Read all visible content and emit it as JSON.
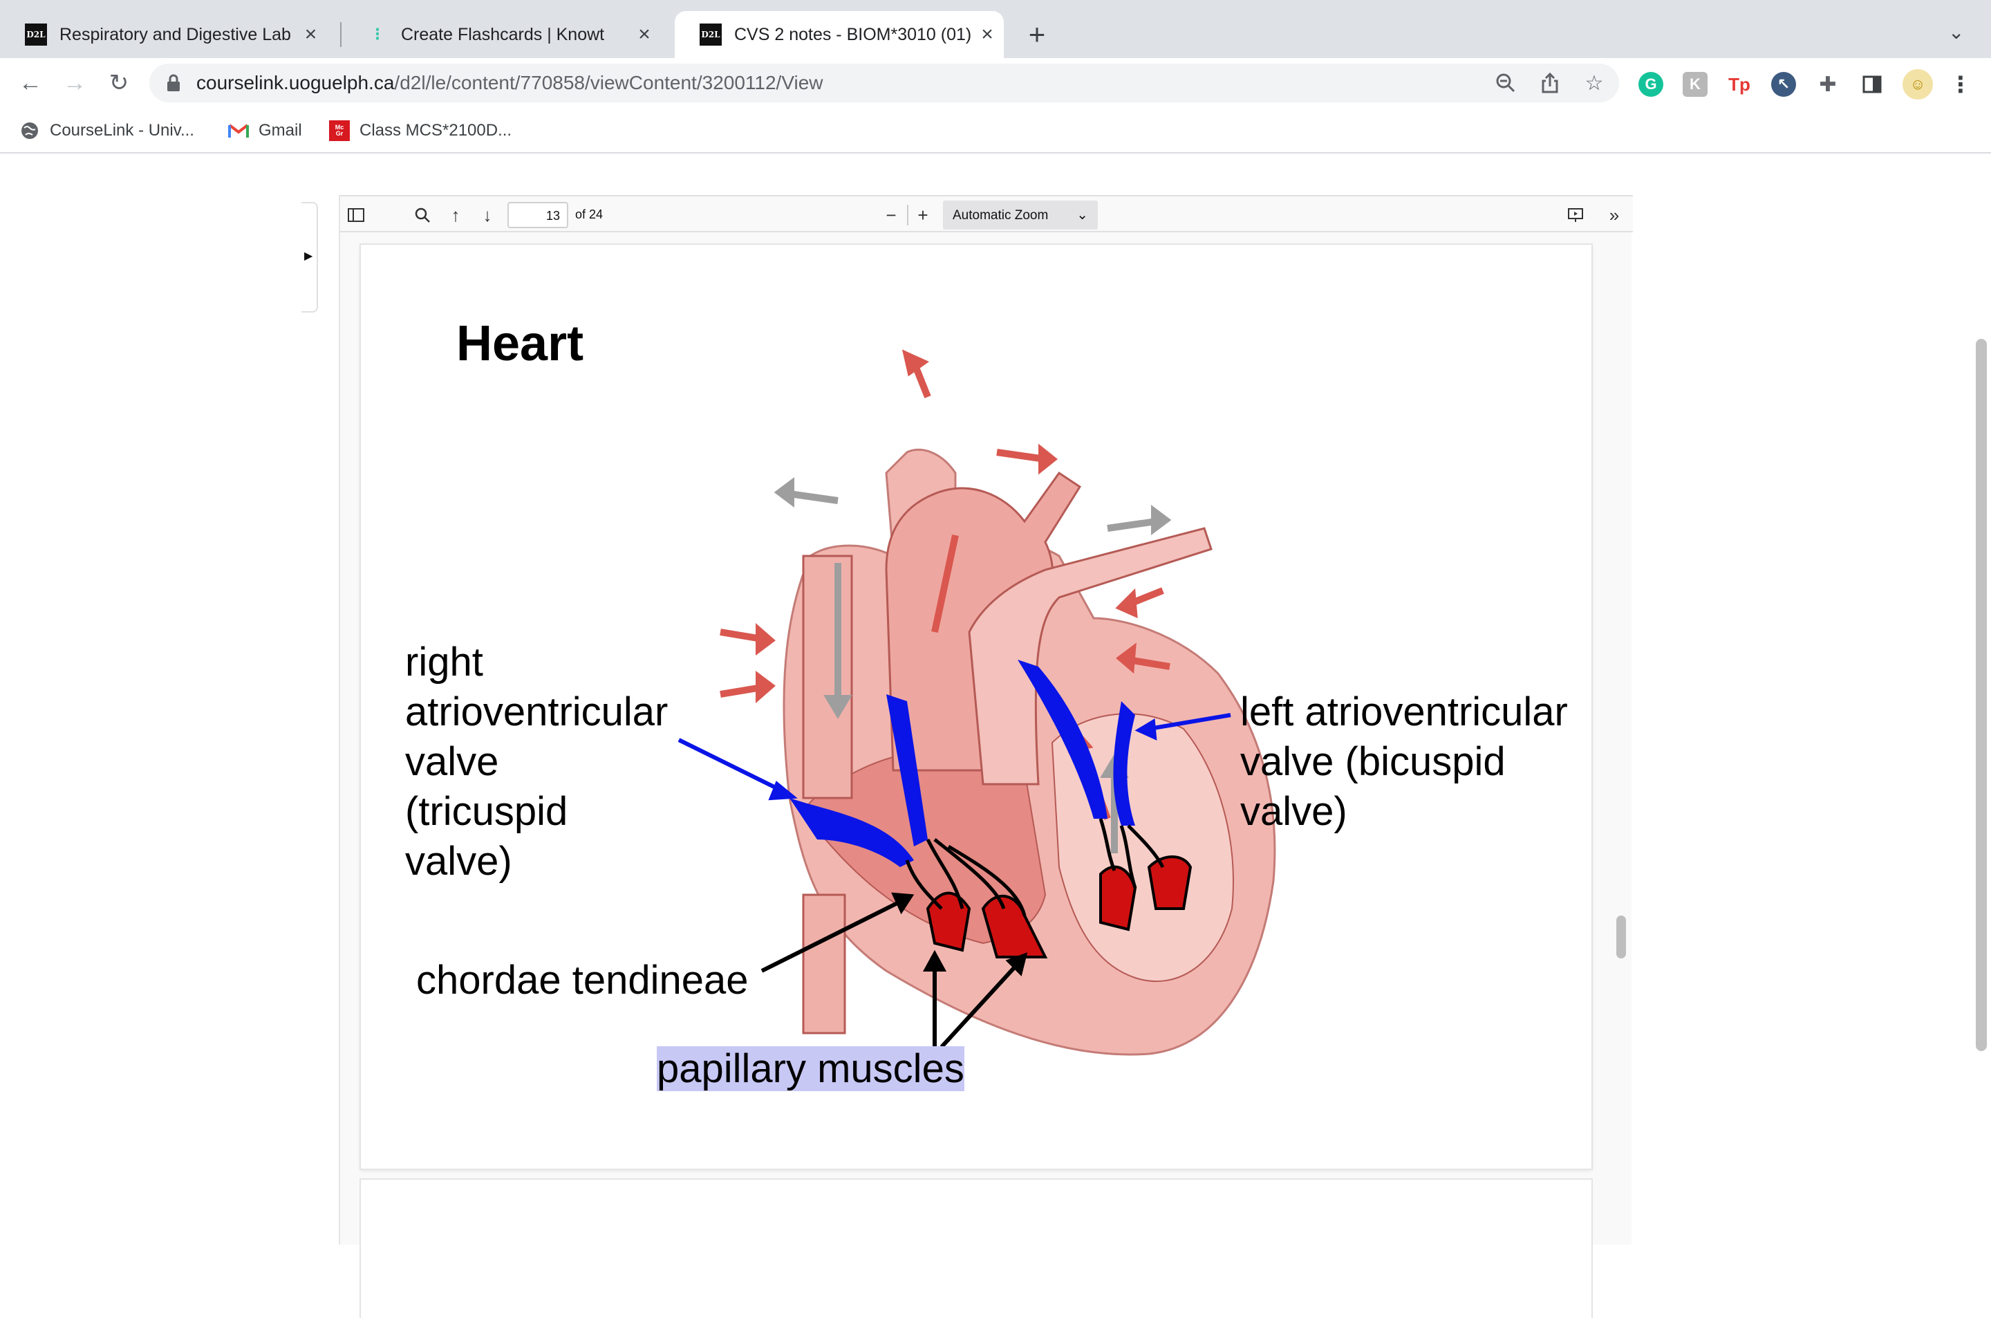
{
  "tabs": [
    {
      "favicon": "D2L",
      "title": "Respiratory and Digestive Lab"
    },
    {
      "favicon": "knowt-icon",
      "title": "Create Flashcards | Knowt"
    },
    {
      "favicon": "D2L",
      "title": "CVS 2 notes - BIOM*3010 (01)"
    }
  ],
  "address": {
    "host": "courselink.uoguelph.ca",
    "path": "/d2l/le/content/770858/viewContent/3200112/View"
  },
  "bookmarks": [
    {
      "icon": "globe-icon",
      "label": "CourseLink - Univ..."
    },
    {
      "icon": "gmail-icon",
      "label": "Gmail"
    },
    {
      "icon": "mcgraw-hill-icon",
      "label": "Class MCS*2100D..."
    }
  ],
  "pdf": {
    "page_number": "13",
    "page_count": "of 24",
    "zoom": "Automatic Zoom"
  },
  "slide": {
    "heading": "Heart",
    "label_right_av": [
      "right",
      "atrioventricular",
      "valve",
      "(tricuspid",
      "valve)"
    ],
    "label_left_av": [
      "left atrioventricular",
      "valve (bicuspid",
      "valve)"
    ],
    "label_chordae": "chordae tendineae",
    "label_papillary": "papillary muscles"
  },
  "colors": {
    "heart_tissue": "#f2b6b0",
    "heart_dark": "#d95c54",
    "valve_blue": "#0a14e6",
    "papillary_red": "#d01010",
    "highlight": "#c8c8f5"
  }
}
